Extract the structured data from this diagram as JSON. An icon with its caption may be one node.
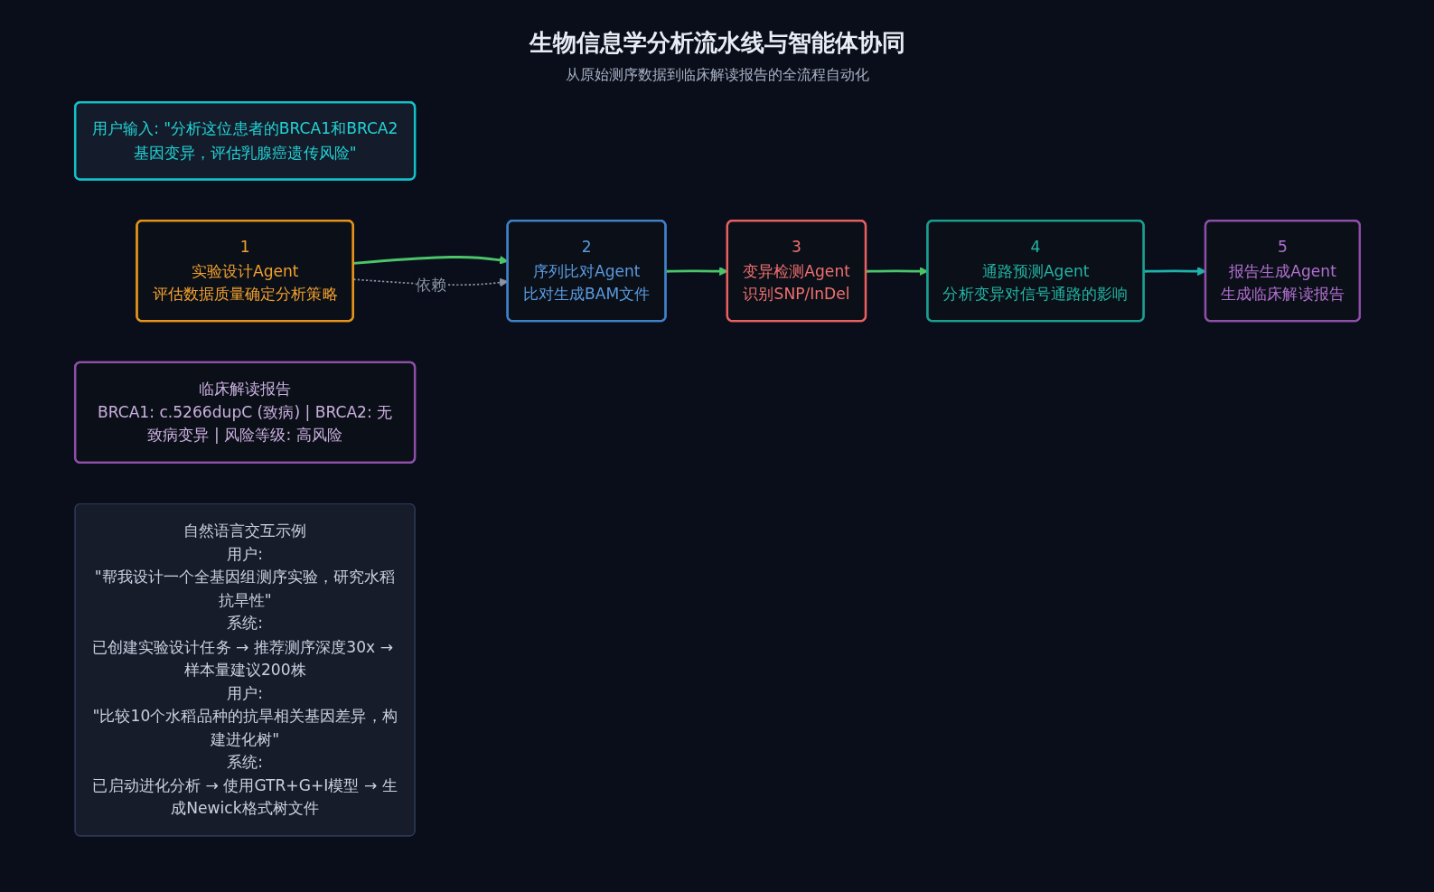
{
  "diagram": {
    "title": "生物信息学分析流水线与智能体协同",
    "nodes": [
      {
        "text": [
          "用户输入: \"分析这位患者的BRCA1和BRCA2基因变异，评估乳腺癌遗传风险\""
        ]
      },
      {
        "text": [
          "1",
          "实验设计Agent",
          "评估数据质量确定分析策略"
        ]
      },
      {
        "text": [
          "2",
          "序列比对Agent",
          "比对生成BAM文件"
        ]
      },
      {
        "text": [
          "3",
          "变异检测Agent",
          "识别SNP/InDel"
        ]
      },
      {
        "text": [
          "4",
          "通路预测Agent",
          "分析变异对信号通路的影响"
        ]
      },
      {
        "text": [
          "5",
          "报告生成Agent",
          "生成临床解读报告"
        ]
      },
      {
        "text": [
          "临床解读报告",
          "BRCA1: c.5266dupC (致病) | BRCA2: 无致病变异 | 风险等级: 高风险"
        ]
      },
      {
        "text": [
          "自然语言交互示例",
          "用户:",
          "\"帮我设计一个全基因组测序实验，研究水稻抗旱性\"",
          "系统:",
          "已创建实验设计任务 → 推荐测序深度30x → 样本量建议200株",
          "用户:",
          "\"比较10个水稻品种的抗旱相关基因差异，构建进化树\"",
          "系统:",
          "已启动进化分析 → 使用GTR+G+I模型 → 生成Newick格式树文件"
        ]
      }
    ],
    "edges": [
      {
        "from": 1,
        "to": 2,
        "arrow": "to"
      },
      {
        "from": 1,
        "to": 2,
        "arrow": "to",
        "label": "依赖",
        "style": "dashed",
        "color": "#8a94a6"
      },
      {
        "from": 2,
        "to": 3,
        "arrow": "to"
      },
      {
        "from": 3,
        "to": 4,
        "arrow": "to"
      },
      {
        "from": 4,
        "to": 5,
        "arrow": "to",
        "color": "#20b2aa"
      }
    ],
    "labels": [
      "从原始测序数据到临床解读报告的全流程自动化"
    ]
  }
}
